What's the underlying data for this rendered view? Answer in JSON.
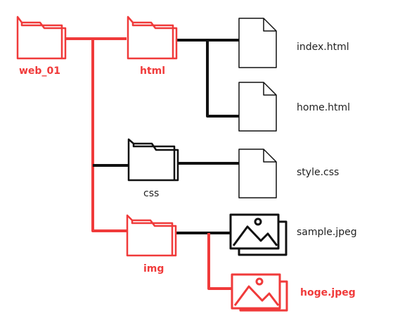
{
  "colors": {
    "highlight": "#f03a3a",
    "default": "#111111",
    "background": "#ffffff"
  },
  "folders": [
    {
      "id": "web_01",
      "label": "web_01",
      "highlighted": true,
      "icon": "folder-icon"
    },
    {
      "id": "html",
      "label": "html",
      "highlighted": true,
      "icon": "folder-icon"
    },
    {
      "id": "css",
      "label": "css",
      "highlighted": false,
      "icon": "folder-icon"
    },
    {
      "id": "img",
      "label": "img",
      "highlighted": true,
      "icon": "folder-icon"
    }
  ],
  "files": [
    {
      "id": "index",
      "label": "index.html",
      "highlighted": false,
      "icon": "document-icon"
    },
    {
      "id": "home",
      "label": "home.html",
      "highlighted": false,
      "icon": "document-icon"
    },
    {
      "id": "style",
      "label": "style.css",
      "highlighted": false,
      "icon": "document-icon"
    },
    {
      "id": "sample",
      "label": "sample.jpeg",
      "highlighted": false,
      "icon": "image-icon"
    },
    {
      "id": "hoge",
      "label": "hoge.jpeg",
      "highlighted": true,
      "icon": "image-icon"
    }
  ]
}
